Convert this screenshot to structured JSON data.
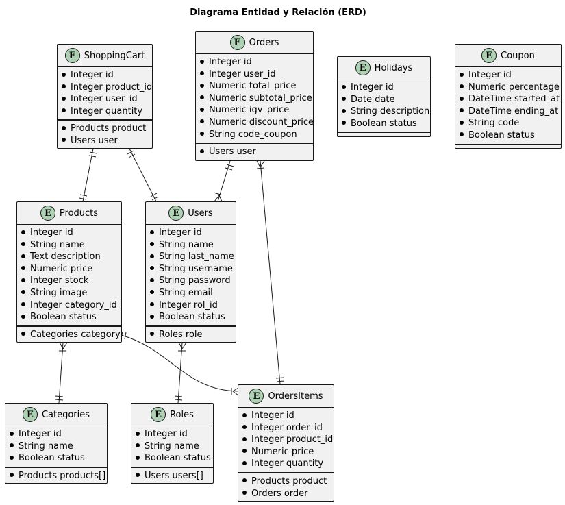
{
  "diagram": {
    "title": "Diagrama Entidad y Relación (ERD)",
    "badge_letter": "E",
    "badge_color": "#ADD1B2",
    "entities": {
      "shoppingcart": {
        "name": "ShoppingCart",
        "attributes": [
          "Integer id",
          "Integer product_id",
          "Integer user_id",
          "Integer quantity"
        ],
        "relations": [
          "Products product",
          "Users user"
        ]
      },
      "orders": {
        "name": "Orders",
        "attributes": [
          "Integer id",
          "Integer user_id",
          "Numeric total_price",
          "Numeric subtotal_price",
          "Numeric igv_price",
          "Numeric discount_price",
          "String code_coupon"
        ],
        "relations": [
          "Users user"
        ]
      },
      "holidays": {
        "name": "Holidays",
        "attributes": [
          "Integer id",
          "Date date",
          "String description",
          "Boolean status"
        ],
        "relations": []
      },
      "coupon": {
        "name": "Coupon",
        "attributes": [
          "Integer id",
          "Numeric percentage",
          "DateTime started_at",
          "DateTime ending_at",
          "String code",
          "Boolean status"
        ],
        "relations": []
      },
      "products": {
        "name": "Products",
        "attributes": [
          "Integer id",
          "String name",
          "Text description",
          "Numeric price",
          "Integer stock",
          "String image",
          "Integer category_id",
          "Boolean status"
        ],
        "relations": [
          "Categories category"
        ]
      },
      "users": {
        "name": "Users",
        "attributes": [
          "Integer id",
          "String name",
          "String last_name",
          "String username",
          "String password",
          "String email",
          "Integer rol_id",
          "Boolean status"
        ],
        "relations": [
          "Roles role"
        ]
      },
      "categories": {
        "name": "Categories",
        "attributes": [
          "Integer id",
          "String name",
          "Boolean status"
        ],
        "relations": [
          "Products products[]"
        ]
      },
      "roles": {
        "name": "Roles",
        "attributes": [
          "Integer id",
          "String name",
          "Boolean status"
        ],
        "relations": [
          "Users users[]"
        ]
      },
      "ordersitems": {
        "name": "OrdersItems",
        "attributes": [
          "Integer id",
          "Integer order_id",
          "Integer product_id",
          "Numeric price",
          "Integer quantity"
        ],
        "relations": [
          "Products product",
          "Orders order"
        ]
      }
    },
    "relationships": [
      {
        "from": "shoppingcart",
        "to": "products",
        "from_card": "exactly-one",
        "to_card": "exactly-one"
      },
      {
        "from": "shoppingcart",
        "to": "users",
        "from_card": "exactly-one",
        "to_card": "exactly-one"
      },
      {
        "from": "orders",
        "to": "users",
        "from_card": "exactly-one",
        "to_card": "one-or-more"
      },
      {
        "from": "orders",
        "to": "ordersitems",
        "from_card": "one-or-more",
        "to_card": "exactly-one"
      },
      {
        "from": "products",
        "to": "categories",
        "from_card": "one-or-more",
        "to_card": "exactly-one"
      },
      {
        "from": "products",
        "to": "ordersitems",
        "from_card": "exactly-one",
        "to_card": "one-or-more"
      },
      {
        "from": "users",
        "to": "roles",
        "from_card": "one-or-more",
        "to_card": "exactly-one"
      }
    ]
  }
}
